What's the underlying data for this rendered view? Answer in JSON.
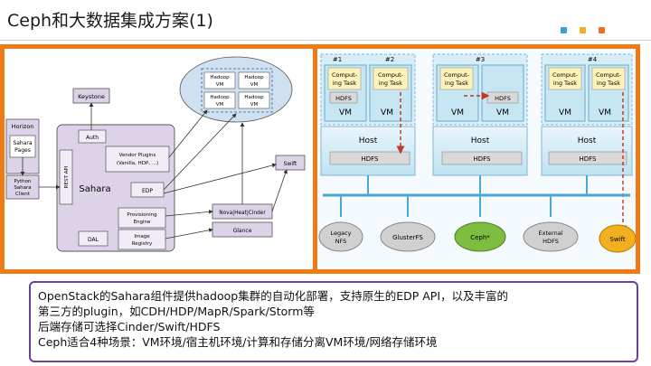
{
  "slide": {
    "title": "Ceph和大数据集成方案(1)",
    "accent_colors": [
      "#3aa0d8",
      "#f2b01e",
      "#e8702a"
    ]
  },
  "left_diagram": {
    "horizon": "Horizon",
    "sahara_pages": [
      "Sahara",
      "Pages"
    ],
    "python_client": [
      "Python",
      "Sahara",
      "Client"
    ],
    "keystone": "Keystone",
    "auth": "Auth",
    "rest_api": "REST API",
    "sahara": "Sahara",
    "vendor_plugins": [
      "Vendor Plugins",
      "(Vanilla, HDP, ...)"
    ],
    "edp": "EDP",
    "provisioning_engine": [
      "Provisioning",
      "Engine"
    ],
    "dal": "DAL",
    "image_registry": [
      "Image",
      "Registry"
    ],
    "nova_heat_cinder": "Nova|Heat|Cinder",
    "glance": "Glance",
    "swift": "Swift",
    "hadoop_vm_label": [
      "Hadoop",
      "VM"
    ]
  },
  "right_diagram": {
    "tags": [
      "#1",
      "#2",
      "#3",
      "#4"
    ],
    "computing_task": [
      "Comput-",
      "ing Task"
    ],
    "hdfs": "HDFS",
    "vm": "VM",
    "host": "Host",
    "storage": [
      [
        "Legacy",
        "NFS"
      ],
      [
        "GlusterFS"
      ],
      [
        "Ceph*"
      ],
      [
        "External",
        "HDFS"
      ],
      [
        "Swift"
      ]
    ]
  },
  "textbox": {
    "lines": [
      "OpenStack的Sahara组件提供hadoop集群的自动化部署，支持原生的EDP API，以及丰富的",
      "第三方的plugin，如CDH/HDP/MapR/Spark/Storm等",
      "后端存储可选择Cinder/Swift/HDFS",
      "Ceph适合4种场景：VM环境/宿主机环境/计算和存储分离VM环境/网络存储环境"
    ]
  }
}
